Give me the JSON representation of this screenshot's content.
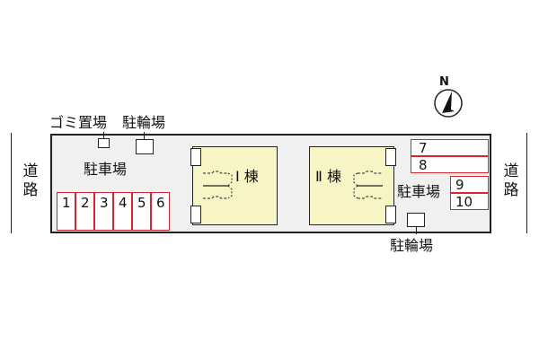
{
  "roads": {
    "left_label": [
      "道",
      "路"
    ],
    "right_label": [
      "道",
      "路"
    ]
  },
  "labels": {
    "garbage": "ゴミ置場",
    "bicycle_top": "駐輪場",
    "parking_left": "駐車場",
    "parking_right": "駐車場",
    "bicycle_bottom": "駐輪場"
  },
  "buildings": {
    "building_1": "Ⅰ 棟",
    "building_2": "Ⅱ 棟"
  },
  "parking_left_slots": [
    "1",
    "2",
    "3",
    "4",
    "5",
    "6"
  ],
  "parking_right_slots": [
    "7",
    "8",
    "9",
    "10"
  ],
  "compass": {
    "north_label": "N"
  },
  "colors": {
    "building_fill": "#f7f4c6",
    "parking_border": "#d9232e",
    "site_fill": "#f0f0f0"
  }
}
